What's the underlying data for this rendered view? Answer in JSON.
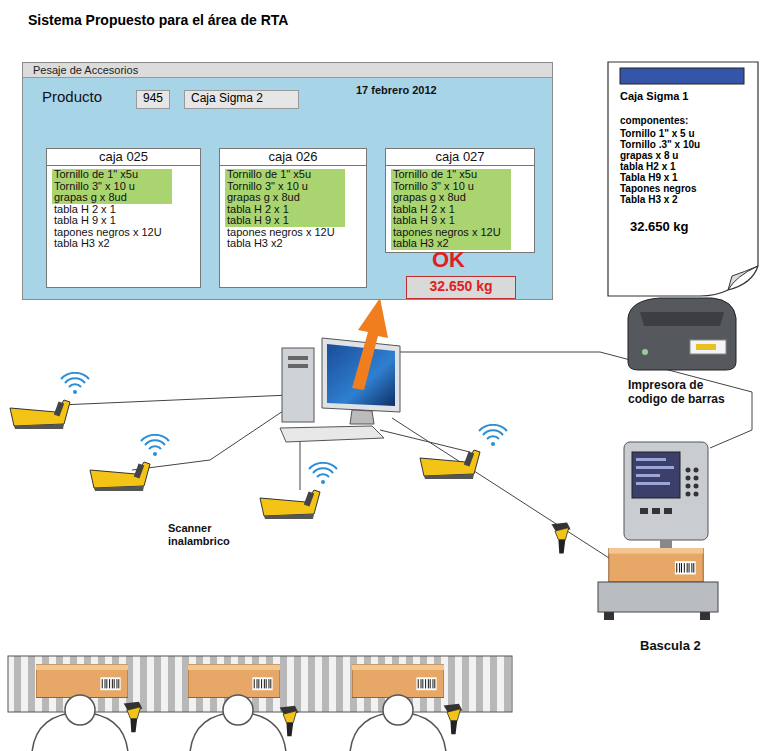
{
  "diagram": {
    "title": "Sistema Propuesto para el área de RTA",
    "nodes": [
      {
        "text": [
          "Pesaje de Accesorios"
        ]
      },
      {
        "text": [
          "945"
        ],
        "in": 0
      },
      {
        "text": [
          "Caja Sigma 2"
        ],
        "in": 0
      },
      {
        "text": [
          "caja 025",
          "Tornillo de 1\" x5u",
          "Tornillo 3\" x 10 u",
          "grapas g x 8ud",
          "tabla H 2 x 1",
          "tabla H 9 x 1",
          "tapones negros x 12U",
          "tabla H3 x2"
        ],
        "in": 0
      },
      {
        "text": [
          "caja 026",
          "Tornillo de 1\" x5u",
          "Tornillo 3\" x 10 u",
          "grapas g x 8ud",
          "tabla H 2 x 1",
          "tabla H 9 x 1",
          "tapones negros x 12U",
          "tabla H3 x2"
        ],
        "in": 0
      },
      {
        "text": [
          "caja 027",
          "Tornillo de 1\" x5u",
          "Tornillo 3\" x 10 u",
          "grapas g x 8ud",
          "tabla H 2 x 1",
          "tabla H 9 x 1",
          "tapones negros x 12U",
          "tabla H3 x2"
        ],
        "in": 0
      },
      {
        "text": [
          "32.650 kg"
        ],
        "in": 0
      },
      {
        "text": [
          "Caja Sigma 1",
          "componentes:",
          "Tornillo 1\" x 5 u",
          "Tornillo .3\" x 10u",
          "grapas x 8 u",
          "tabla H2 x 1",
          "Tabla H9 x 1",
          "Tapones negros",
          "Tabla H3 x 2",
          "32.650 kg"
        ]
      }
    ],
    "labels": [
      "Producto",
      "17 febrero 2012",
      "OK",
      "Impresora de codigo de barras",
      "Scanner inalambrico",
      "Bascula 2"
    ]
  }
}
